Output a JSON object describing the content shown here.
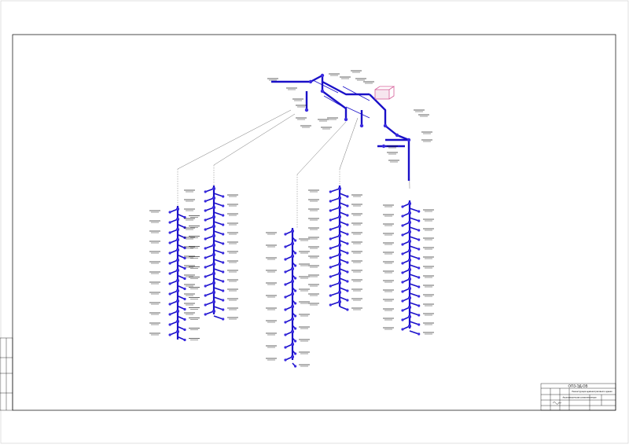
{
  "sheet": {
    "code": "ОПЗ-ЭД-ОВ",
    "project_title": "Реконструкция административного здания",
    "sheet_title": "Аксонометрическая схема вентиляции"
  },
  "colors": {
    "duct": "#1a10c8",
    "fitting": "#3a2be0",
    "label": "#000000",
    "fan_unit": "#d6609a",
    "frame": "#000000",
    "leader": "#777777"
  }
}
